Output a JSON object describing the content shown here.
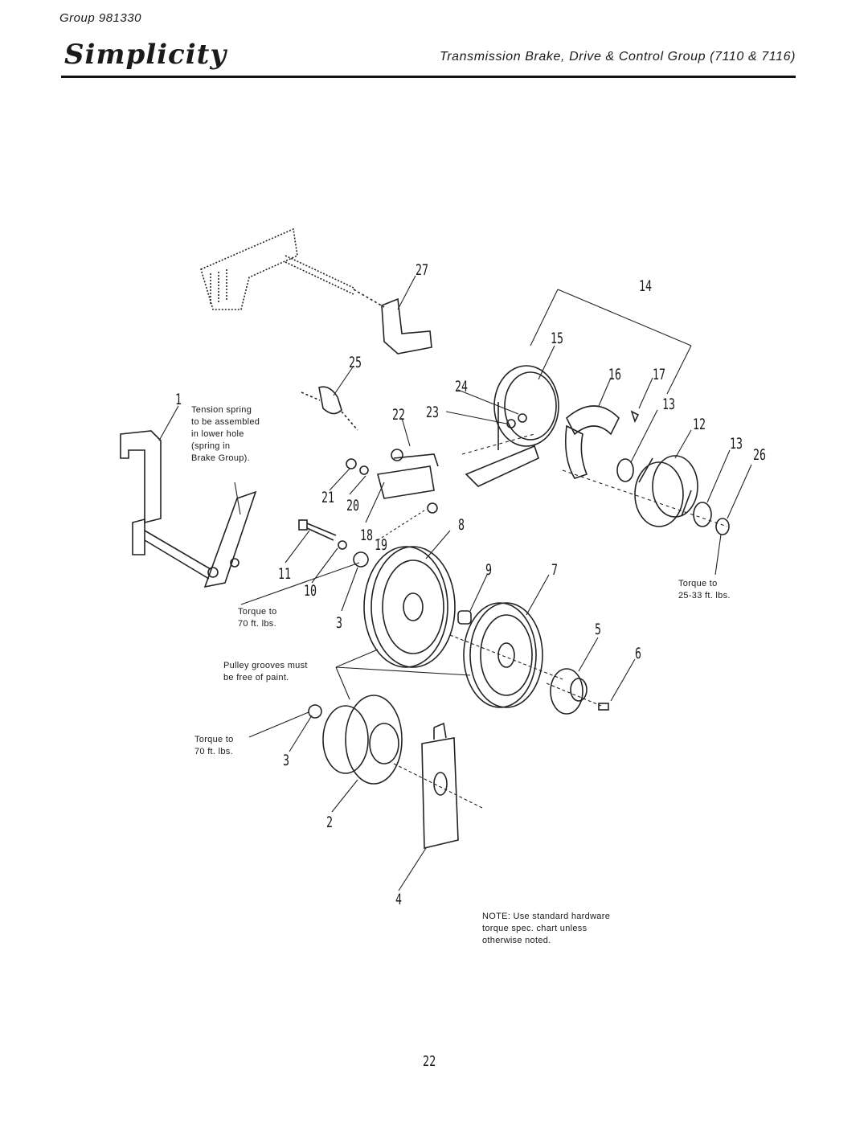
{
  "header": {
    "group_label": "Group 981330",
    "brand": "Simplicity",
    "title": "Transmission Brake, Drive & Control Group (7110 & 7116)"
  },
  "callouts": {
    "n27": "27",
    "n14": "14",
    "n15": "15",
    "n25": "25",
    "n16": "16",
    "n17": "17",
    "n24": "24",
    "n1": "1",
    "n22": "22",
    "n23": "23",
    "n13a": "13",
    "n12": "12",
    "n13b": "13",
    "n26": "26",
    "n21": "21",
    "n20": "20",
    "n18": "18",
    "n19": "19",
    "n8": "8",
    "n11": "11",
    "n10": "10",
    "n9": "9",
    "n7": "7",
    "n3a": "3",
    "n5": "5",
    "n6": "6",
    "n3b": "3",
    "n2": "2",
    "n4": "4"
  },
  "notes": {
    "tension_spring": "Tension spring\nto be assembled\nin lower hole\n(spring in\nBrake Group).",
    "torque_70_upper": "Torque to\n70 ft. lbs.",
    "torque_70_lower": "Torque to\n70 ft. lbs.",
    "torque_25_33": "Torque to\n25-33 ft. lbs.",
    "pulley_grooves": "Pulley grooves must\nbe free of paint.",
    "hardware_note": "NOTE: Use standard hardware\ntorque spec. chart unless\notherwise noted."
  },
  "footer": {
    "page_number": "22"
  }
}
